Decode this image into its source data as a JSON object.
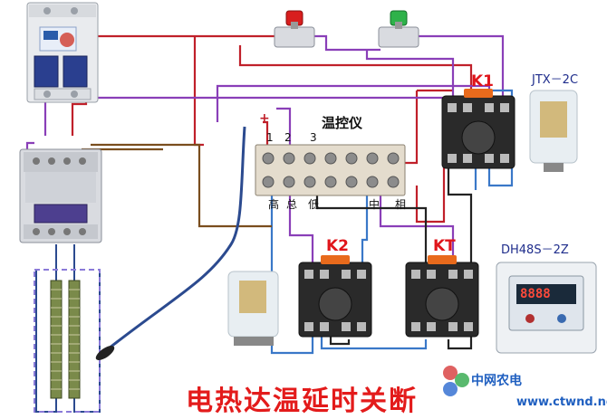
{
  "labels": {
    "controller": "温控仪",
    "k1": "K1",
    "k2": "K2",
    "kt": "KT",
    "relay_model": "JTX－2C",
    "timer_model": "DH48S－2Z",
    "terminal_1": "1",
    "terminal_2": "2",
    "terminal_3": "3",
    "plus": "+",
    "high": "高",
    "total": "总",
    "low": "低",
    "neutral": "中",
    "phase": "相",
    "timer_display": "8888"
  },
  "title": "电热达温延时关断",
  "watermark": {
    "site_cn": "中网农电",
    "site_url": "www.ctwnd.net"
  },
  "colors": {
    "red_button": "#d81e1e",
    "green_button": "#2fb24a",
    "title": "#e31b1b",
    "wire_red": "#c0202a",
    "wire_purple": "#8a3fb8",
    "wire_blue": "#3a78c8",
    "wire_brown": "#7a4e1e",
    "wire_black": "#222222",
    "cap_orange": "#e86a1c"
  }
}
